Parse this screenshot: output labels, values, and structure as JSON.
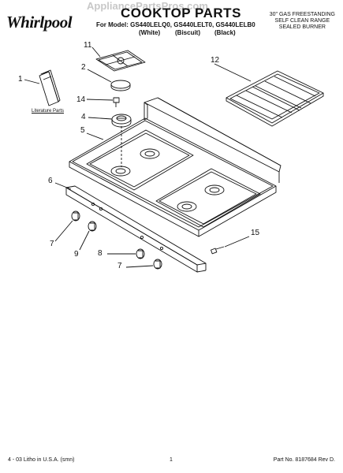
{
  "header": {
    "logo": "Whirlpool",
    "watermark": "AppliancePartsPros.com",
    "title": "COOKTOP PARTS",
    "models_line": "For Model: GS440LELQ0, GS440LELT0, GS440LELB0",
    "color_white": "(White)",
    "color_biscuit": "(Biscuit)",
    "color_black": "(Black)",
    "range_description": [
      "30\" GAS FREESTANDING",
      "SELF CLEAN RANGE",
      "SEALED BURNER"
    ]
  },
  "diagram": {
    "callouts": [
      "11",
      "2",
      "1",
      "14",
      "4",
      "5",
      "6",
      "7",
      "9",
      "8",
      "7",
      "12",
      "15"
    ],
    "literature_label": "Literature Parts"
  },
  "footer": {
    "left": "4 - 03 Litho in U.S.A. (smn)",
    "page_number": "1",
    "right": "Part No. 8187684 Rev D."
  }
}
